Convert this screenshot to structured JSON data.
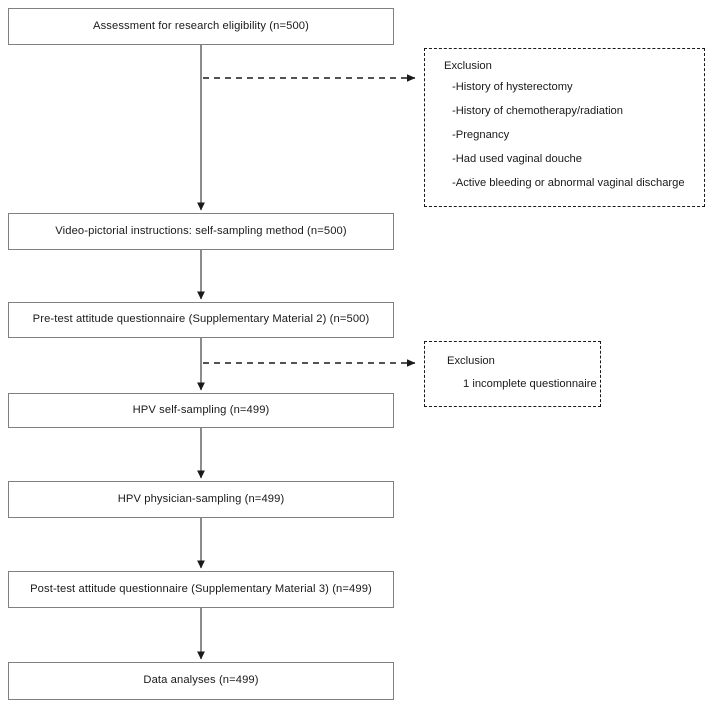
{
  "figure": {
    "type": "flowchart",
    "orientation": "vertical",
    "accent_color": "#1a1a1a",
    "box_border_color": "#808080"
  },
  "nodes": [
    {
      "id": "assessment",
      "label": "Assessment for research eligibility (n=500)"
    },
    {
      "id": "video",
      "label": "Video-pictorial instructions: self-sampling method (n=500)"
    },
    {
      "id": "pretest",
      "label": "Pre-test attitude questionnaire (Supplementary Material 2) (n=500)"
    },
    {
      "id": "self-sampling",
      "label": "HPV self-sampling (n=499)"
    },
    {
      "id": "physician-sampling",
      "label": "HPV physician-sampling (n=499)"
    },
    {
      "id": "posttest",
      "label": "Post-test attitude questionnaire (Supplementary Material 3) (n=499)"
    },
    {
      "id": "analyses",
      "label": "Data analyses (n=499)"
    }
  ],
  "exclusions": [
    {
      "id": "exclusion-1",
      "title": "Exclusion",
      "items": [
        "-History of hysterectomy",
        "-History of chemotherapy/radiation",
        "-Pregnancy",
        "-Had used vaginal douche",
        "-Active bleeding or abnormal vaginal discharge"
      ]
    },
    {
      "id": "exclusion-2",
      "title": "Exclusion",
      "items": [
        "1 incomplete questionnaire"
      ]
    }
  ]
}
